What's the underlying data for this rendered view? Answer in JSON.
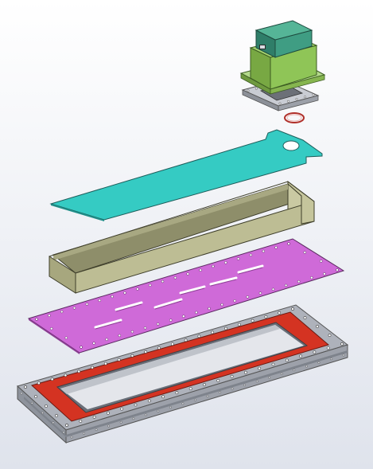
{
  "view": {
    "background_top": "#ffffff",
    "background_bottom": "#dfe3ec"
  },
  "parts": [
    {
      "id": "transformer-housing",
      "color": "#8fc557",
      "top_color": "#3f9d83"
    },
    {
      "id": "mounting-flange",
      "color": "#c9ccd3"
    },
    {
      "id": "o-ring",
      "color": "#b0302a"
    },
    {
      "id": "cyan-shim-sheet",
      "color": "#35cbc3"
    },
    {
      "id": "olive-frame-box",
      "color": "#bdbd94"
    },
    {
      "id": "magenta-perforated-plate",
      "color": "#cf6ad8"
    },
    {
      "id": "base-frame",
      "color": "#aeb2bb",
      "gasket_color": "#d43322"
    }
  ]
}
